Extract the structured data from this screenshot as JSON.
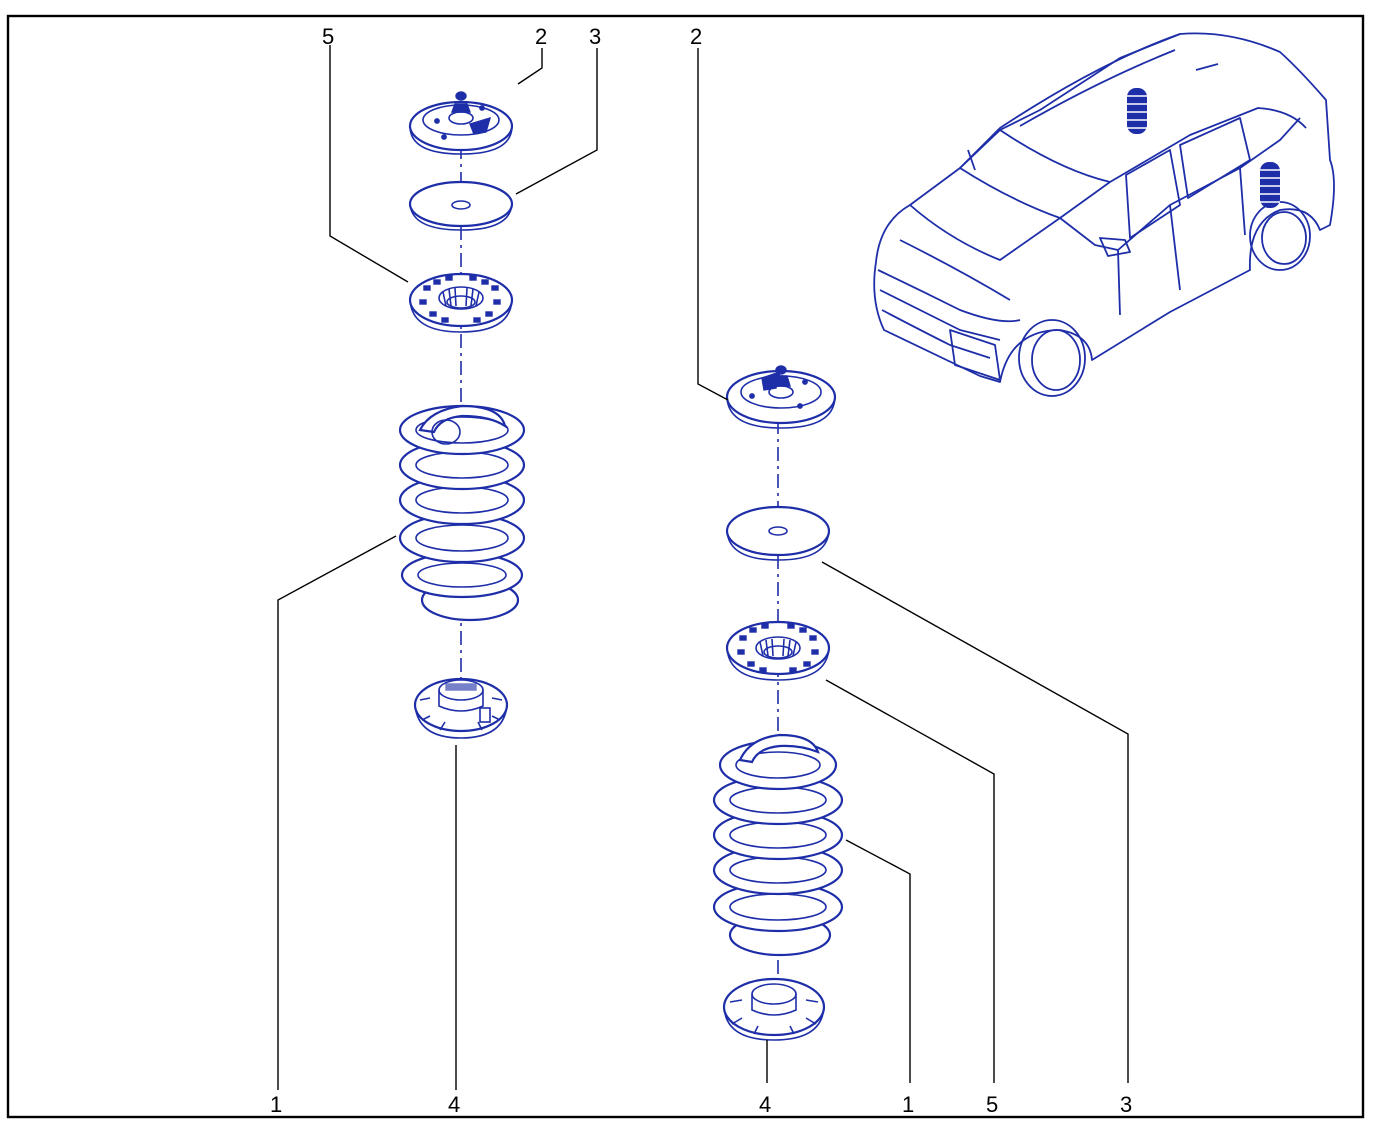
{
  "colors": {
    "line": "#1e2ea8",
    "callout": "#000000",
    "border": "#000000",
    "background": "#ffffff"
  },
  "callouts": {
    "rear": {
      "c5": "5",
      "c2": "2",
      "c3": "3",
      "c1": "1",
      "c4": "4"
    },
    "front": {
      "c2": "2",
      "c3": "3",
      "c5": "5",
      "c1": "1",
      "c4": "4"
    }
  },
  "parts": {
    "upper_mount": "mount-plate",
    "washer": "flat-washer",
    "spring_seat_pad": "spring-seat-pad",
    "coil_spring": "coil-spring",
    "lower_seat": "lower-spring-seat"
  }
}
